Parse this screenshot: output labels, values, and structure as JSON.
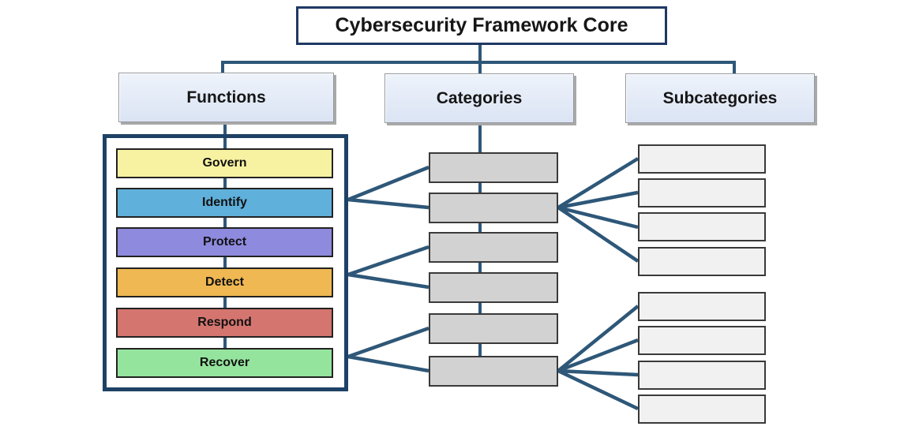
{
  "diagram": {
    "title": "Cybersecurity Framework Core",
    "columns": [
      {
        "id": "functions",
        "label": "Functions"
      },
      {
        "id": "categories",
        "label": "Categories"
      },
      {
        "id": "subcategories",
        "label": "Subcategories"
      }
    ],
    "functions": {
      "items": [
        {
          "label": "Govern",
          "color": "#f7f2a2"
        },
        {
          "label": "Identify",
          "color": "#5fb0da"
        },
        {
          "label": "Protect",
          "color": "#8e8ade"
        },
        {
          "label": "Detect",
          "color": "#efb852"
        },
        {
          "label": "Respond",
          "color": "#d4756f"
        },
        {
          "label": "Recover",
          "color": "#95e49e"
        }
      ]
    },
    "categories": {
      "count": 6,
      "fill": "#d2d2d2",
      "labels": [
        "",
        "",
        "",
        "",
        "",
        ""
      ]
    },
    "subcategories": {
      "count": 8,
      "groups": [
        4,
        4
      ],
      "fill": "#f1f1f1",
      "labels": [
        "",
        "",
        "",
        "",
        "",
        "",
        "",
        ""
      ]
    },
    "connections": {
      "function_to_categories": [
        {
          "from": "Identify",
          "to": [
            "category-1",
            "category-2"
          ]
        },
        {
          "from": "Detect",
          "to": [
            "category-3",
            "category-4"
          ]
        },
        {
          "from": "Recover",
          "to": [
            "category-5",
            "category-6"
          ]
        }
      ],
      "category_to_subcategories": [
        {
          "from": "category-2",
          "to": [
            "subcategory-1",
            "subcategory-2",
            "subcategory-3",
            "subcategory-4"
          ]
        },
        {
          "from": "category-6",
          "to": [
            "subcategory-5",
            "subcategory-6",
            "subcategory-7",
            "subcategory-8"
          ]
        }
      ]
    },
    "colors": {
      "connector": "#2e5778",
      "container_border": "#1e4266",
      "title_border": "#1f3864",
      "header_fill": "#dde5f4",
      "category_fill": "#d2d2d2",
      "subcategory_fill": "#f1f1f1",
      "box_border": "#222222"
    }
  }
}
